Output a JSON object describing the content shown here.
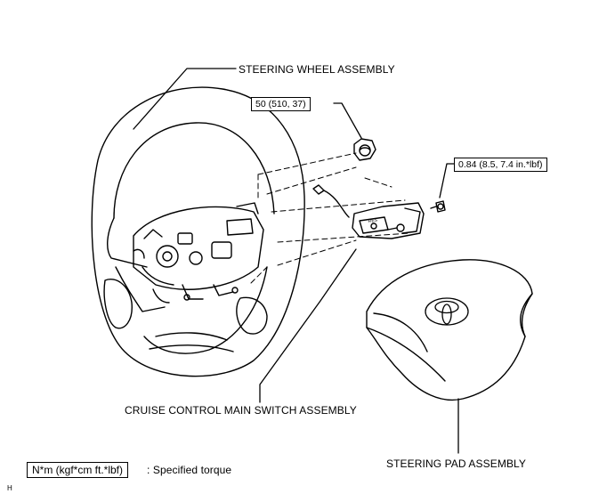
{
  "labels": {
    "steering_wheel": "STEERING WHEEL ASSEMBLY",
    "cruise_switch": "CRUISE CONTROL MAIN SWITCH ASSEMBLY",
    "steering_pad": "STEERING PAD ASSEMBLY"
  },
  "torque": {
    "nut": "50 (510, 37)",
    "screw": "0.84 (8.5, 7.4 in.*lbf)"
  },
  "legend": {
    "unit": "N*m (kgf*cm ft.*lbf)",
    "description": ": Specified torque"
  },
  "corner_mark": "H",
  "switch_marking": "RES"
}
